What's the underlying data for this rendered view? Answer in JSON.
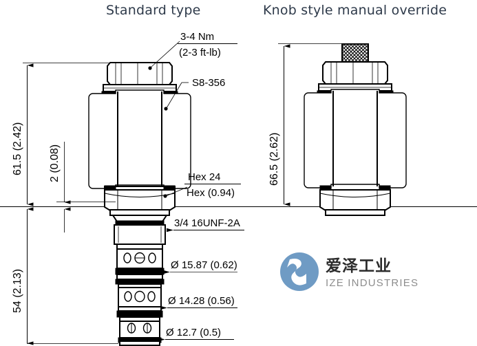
{
  "drawing": {
    "panels": [
      {
        "id": "standard",
        "title": "Standard type"
      },
      {
        "id": "knob",
        "title": "Knob style manual override"
      }
    ],
    "callouts": {
      "torque_metric": "3-4 Nm",
      "torque_imperial": "(2-3 ft-lb)",
      "coil_part": "S8-356",
      "hex_metric": "Hex 24",
      "hex_imperial": "Hex (0.94)",
      "thread": "3/4 16UNF-2A",
      "dia_1": "Ø 15.87 (0.62)",
      "dia_2": "Ø 14.28 (0.56)",
      "dia_3": "Ø 12.7 (0.5)"
    },
    "dimensions": {
      "overall_standard": "61.5 (2.42)",
      "offset_small": "2 (0.08)",
      "cartridge_length": "54 (2.13)",
      "overall_knob": "66.5 (2.62)"
    }
  },
  "logo": {
    "name_cn": "爱泽工业",
    "name_en": "IZE INDUSTRIES",
    "mark_color": "#6f9bc4",
    "text_color": "#2b2b2b",
    "subtext_color": "#8d8d8d"
  },
  "colors": {
    "title": "#2e3a4a",
    "line": "#000000",
    "background": "#ffffff"
  }
}
